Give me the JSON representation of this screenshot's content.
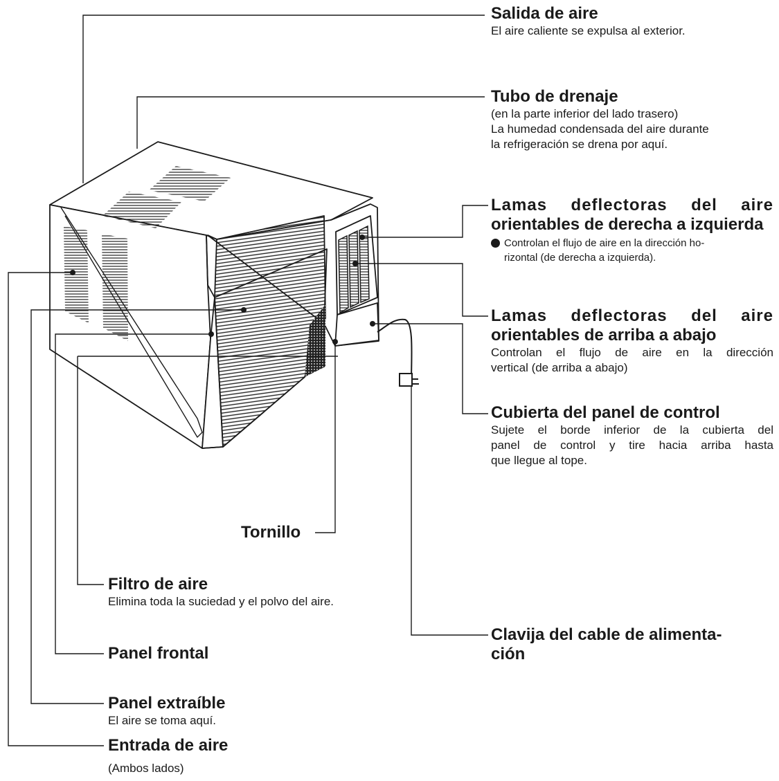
{
  "labels": {
    "salida": {
      "title": "Salida de aire",
      "desc": "El aire caliente se expulsa al exterior."
    },
    "drenaje": {
      "title": "Tubo de drenaje",
      "desc1": "(en la parte inferior del lado trasero)",
      "desc2": "La humedad condensada del aire durante",
      "desc3": "la refrigeración se drena por aquí."
    },
    "lamas_h": {
      "title1": "Lamas deflectoras del aire",
      "title2": "orientables de derecha a izquierda",
      "bullet1": "Controlan el flujo de aire en la dirección ho-",
      "bullet2": "rizontal (de derecha a izquierda)."
    },
    "lamas_v": {
      "title1": "Lamas deflectoras del aire",
      "title2": "orientables de arriba a abajo",
      "desc1": "Controlan el flujo de aire en la dirección",
      "desc2": "vertical (de arriba a abajo)"
    },
    "cubierta": {
      "title": "Cubierta del panel de control",
      "desc1": "Sujete el borde inferior de la cubierta del",
      "desc2": "panel de control y tire hacia arriba hasta",
      "desc3": "que llegue al tope."
    },
    "tornillo": {
      "title": "Tornillo"
    },
    "filtro": {
      "title": "Filtro de aire",
      "desc": "Elimina toda la suciedad y el polvo del aire."
    },
    "clavija": {
      "title1": "Clavija del cable de alimenta-",
      "title2": "ción"
    },
    "panel_frontal": {
      "title": "Panel frontal"
    },
    "panel_extraible": {
      "title": "Panel extraíble",
      "desc": "El aire se toma aquí."
    },
    "entrada": {
      "title": "Entrada de aire",
      "desc": "(Ambos lados)"
    }
  }
}
